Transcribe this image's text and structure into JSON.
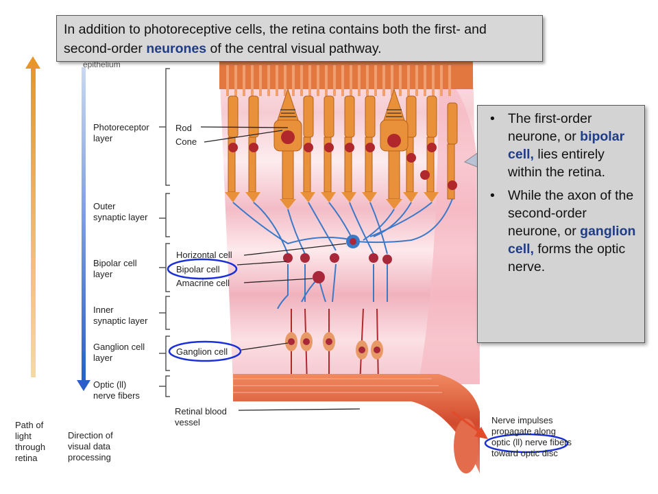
{
  "top_callout": {
    "part1": "In addition to photoreceptive cells, the retina contains both the first- and second-order ",
    "highlight": "neurones",
    "part2": " of the central visual pathway."
  },
  "right_callout": {
    "bullet1_a": "The first-order neurone, or ",
    "bullet1_hl": "bipolar cell,",
    "bullet1_b": " lies entirely within the retina.",
    "bullet2_a": "While the axon of the second-order neurone, or ",
    "bullet2_hl": "ganglion cell,",
    "bullet2_b": " forms the optic nerve."
  },
  "labels": {
    "epithelium": "epithelium",
    "photoreceptor_layer": "Photoreceptor\nlayer",
    "rod": "Rod",
    "cone": "Cone",
    "outer_synaptic": "Outer\nsynaptic layer",
    "horizontal_cell": "Horizontal cell",
    "bipolar_cell": "Bipolar cell",
    "amacrine_cell": "Amacrine cell",
    "bipolar_cell_layer": "Bipolar cell\nlayer",
    "inner_synaptic": "Inner\nsynaptic layer",
    "ganglion_cell_layer": "Ganglion cell\nlayer",
    "ganglion_cell": "Ganglion cell",
    "optic_nerve_fibers": "Optic (ll)\nnerve fibers",
    "retinal_blood_vessel": "Retinal blood\nvessel",
    "path_of_light": "Path of\nlight\nthrough\nretina",
    "direction_processing": "Direction of\nvisual data\nprocessing",
    "nerve_impulses": "Nerve impulses\npropagate along\noptic (ll) nerve fibers\ntoward optic disc"
  },
  "colors": {
    "light_arrow": "#e8962a",
    "processing_arrow": "#2a5fc9",
    "highlight_text": "#1f3c88",
    "ellipse": "#1a2fd6",
    "retina_pink": "#f2c1c8",
    "cell_orange": "#e8903a",
    "nucleus_red": "#b0282c",
    "nerve_blue": "#3b78c8",
    "vessel_red": "#d2553a",
    "callout_bg": "#d5d5d5"
  }
}
